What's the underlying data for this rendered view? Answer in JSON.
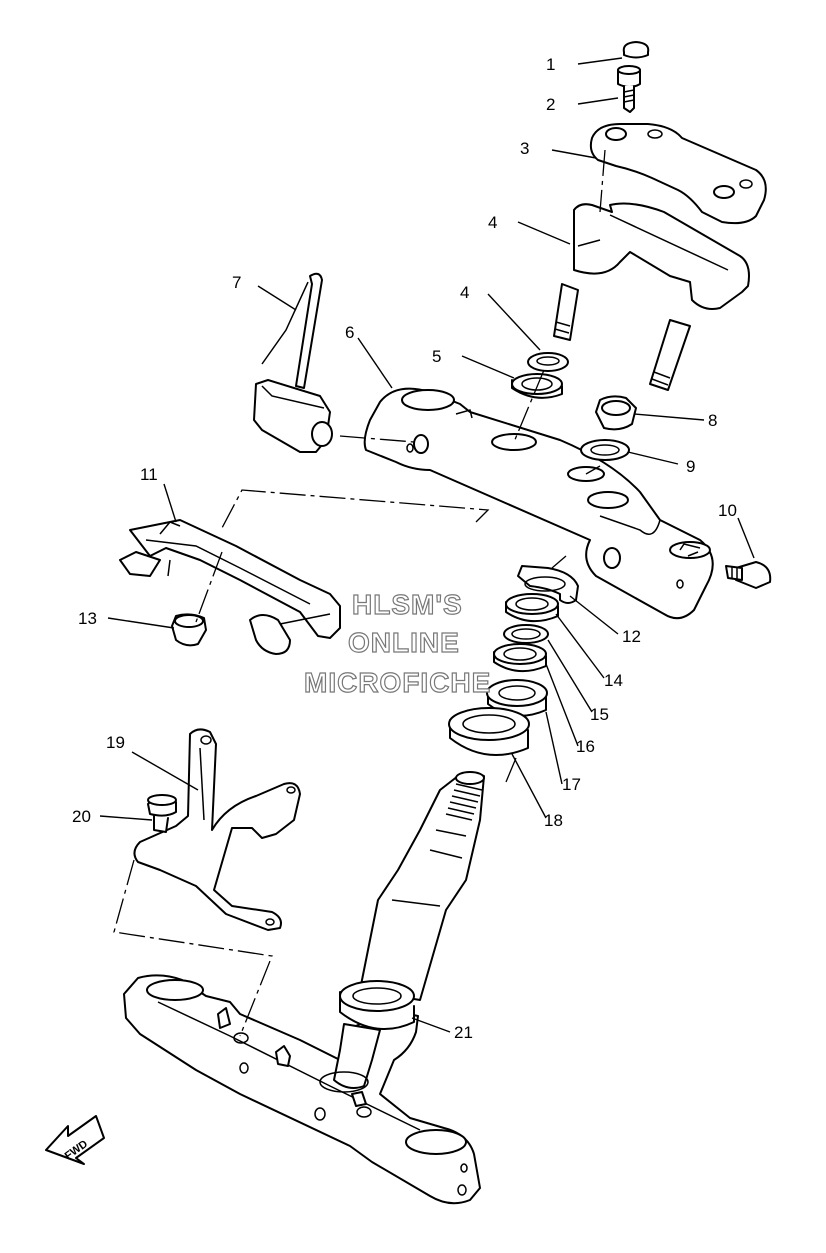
{
  "diagram": {
    "callouts": [
      {
        "id": "1",
        "label": "1"
      },
      {
        "id": "2",
        "label": "2"
      },
      {
        "id": "3",
        "label": "3"
      },
      {
        "id": "4a",
        "label": "4"
      },
      {
        "id": "4b",
        "label": "4"
      },
      {
        "id": "5",
        "label": "5"
      },
      {
        "id": "6",
        "label": "6"
      },
      {
        "id": "7",
        "label": "7"
      },
      {
        "id": "8",
        "label": "8"
      },
      {
        "id": "9",
        "label": "9"
      },
      {
        "id": "10",
        "label": "10"
      },
      {
        "id": "11",
        "label": "11"
      },
      {
        "id": "12",
        "label": "12"
      },
      {
        "id": "13",
        "label": "13"
      },
      {
        "id": "14",
        "label": "14"
      },
      {
        "id": "15",
        "label": "15"
      },
      {
        "id": "16",
        "label": "16"
      },
      {
        "id": "17",
        "label": "17"
      },
      {
        "id": "18",
        "label": "18"
      },
      {
        "id": "19",
        "label": "19"
      },
      {
        "id": "20",
        "label": "20"
      },
      {
        "id": "21",
        "label": "21"
      }
    ],
    "watermark": [
      "HLSM'S",
      "ONLINE",
      "MICROFICHE"
    ],
    "direction_label": "FWD"
  }
}
